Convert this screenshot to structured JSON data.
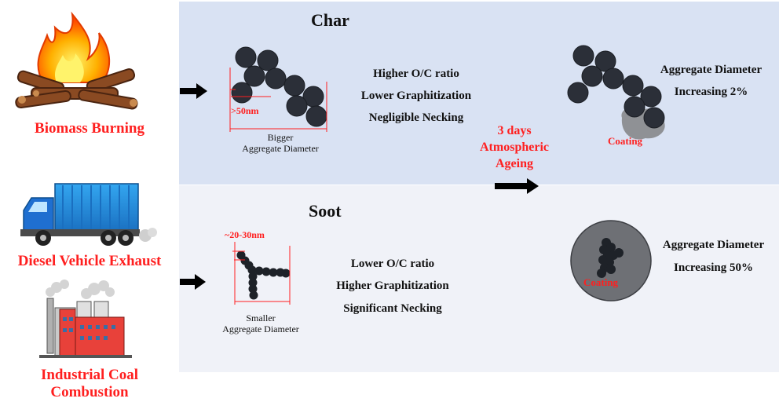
{
  "sources": {
    "biomass": "Biomass Burning",
    "diesel": "Diesel Vehicle Exhaust",
    "coal_line1": "Industrial Coal",
    "coal_line2": "Combustion"
  },
  "char": {
    "title": "Char",
    "size_label": ">50nm",
    "diameter_line1": "Bigger",
    "diameter_line2": "Aggregate Diameter",
    "properties": [
      "Higher O/C ratio",
      "Lower Graphitization",
      "Negligible Necking"
    ],
    "aged_coating": "Coating",
    "aged_line1": "Aggregate Diameter",
    "aged_line2": "Increasing 2%"
  },
  "soot": {
    "title": "Soot",
    "size_label": "~20-30nm",
    "diameter_line1": "Smaller",
    "diameter_line2": "Aggregate Diameter",
    "properties": [
      "Lower O/C ratio",
      "Higher Graphitization",
      "Significant Necking"
    ],
    "aged_coating": "Coating",
    "aged_line1": "Aggregate Diameter",
    "aged_line2": "Increasing 50%"
  },
  "ageing": {
    "line1": "3 days",
    "line2": "Atmospheric",
    "line3": "Ageing"
  },
  "colors": {
    "highlight": "#ff1f1f",
    "particle": "#2b2f38",
    "char_panel": "#d9e2f3",
    "soot_panel": "#f0f2f8"
  }
}
